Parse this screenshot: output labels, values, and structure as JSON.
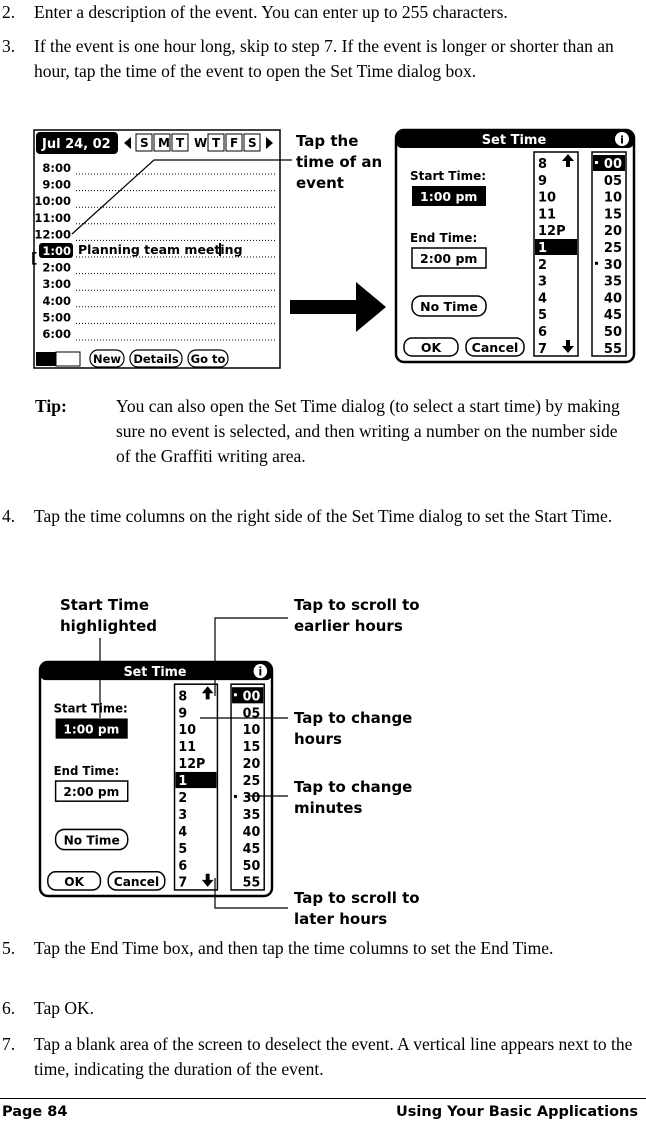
{
  "steps": [
    {
      "num": "2.",
      "text": "Enter a description of the event. You can enter up to 255 characters."
    },
    {
      "num": "3.",
      "text": "If the event is one hour long, skip to step 7. If the event is longer or shorter than an hour, tap the time of the event to open the Set Time dialog box."
    },
    {
      "num": "4.",
      "text": "Tap the time columns on the right side of the Set Time dialog to set the Start Time."
    },
    {
      "num": "5.",
      "text": "Tap the End Time box, and then tap the time columns to set the End Time."
    },
    {
      "num": "6.",
      "text": "Tap OK."
    },
    {
      "num": "7.",
      "text": "Tap a blank area of the screen to deselect the event. A vertical line appears next to the time, indicating the duration of the event."
    }
  ],
  "tip": {
    "label": "Tip:",
    "text": "You can also open the Set Time dialog (to select a start time) by making sure no event is selected, and then writing a number on the number side of the Graffiti writing area."
  },
  "day_view": {
    "date": "Jul 24, 02",
    "weekdays": [
      "S",
      "M",
      "T",
      "W",
      "T",
      "F",
      "S"
    ],
    "times": [
      "8:00",
      "9:00",
      "10:00",
      "11:00",
      "12:00",
      "1:00",
      "2:00",
      "3:00",
      "4:00",
      "5:00",
      "6:00"
    ],
    "event_text": "Planning team meeting",
    "buttons": [
      "New",
      "Details",
      "Go to"
    ]
  },
  "set_time": {
    "title": "Set Time",
    "start_label": "Start Time:",
    "start_value": "1:00 pm",
    "end_label": "End Time:",
    "end_value": "2:00 pm",
    "no_time": "No Time",
    "ok": "OK",
    "cancel": "Cancel",
    "hours": [
      "8",
      "9",
      "10",
      "11",
      "12P",
      "1",
      "2",
      "3",
      "4",
      "5",
      "6",
      "7"
    ],
    "minutes": [
      "00",
      "05",
      "10",
      "15",
      "20",
      "25",
      "30",
      "35",
      "40",
      "45",
      "50",
      "55"
    ]
  },
  "callouts": {
    "tap_event": "Tap the\ntime of an\nevent",
    "start_highlighted": "Start Time\nhighlighted",
    "earlier": "Tap to scroll to\nearlier hours",
    "change_hours": "Tap to change\nhours",
    "change_minutes": "Tap to change\nminutes",
    "later": "Tap to scroll to\nlater hours"
  },
  "footer": {
    "page": "Page 84",
    "section": "Using Your Basic Applications"
  }
}
